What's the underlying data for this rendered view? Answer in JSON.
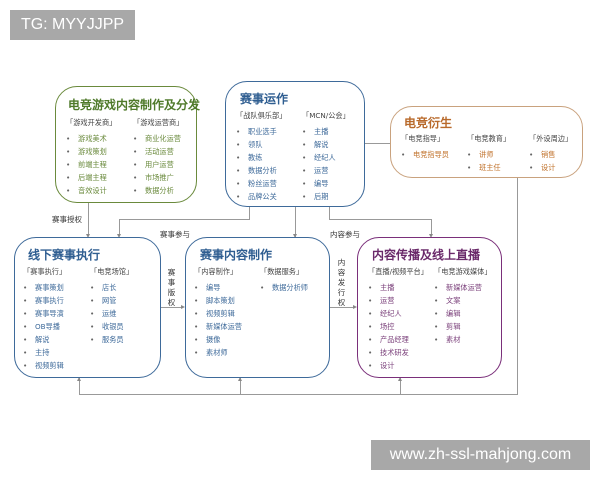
{
  "watermarks": {
    "top_left": "TG: MYYJJPP",
    "bottom_right": "www.zh-ssl-mahjong.com"
  },
  "colors": {
    "green": "#6a8a3c",
    "blue": "#3e6a9a",
    "orange": "#c0712a",
    "purple": "#7a2f7a",
    "connector": "#999999"
  },
  "boxes": {
    "content_dist": {
      "title": "电竞游戏内容制作及分发",
      "columns": [
        {
          "head": "「游戏开发商」",
          "items": [
            "游戏美术",
            "游戏策划",
            "前端主程",
            "后端主程",
            "音效设计"
          ]
        },
        {
          "head": "「游戏运营商」",
          "items": [
            "商业化运营",
            "活动运营",
            "用户运营",
            "市场推广",
            "数据分析"
          ]
        }
      ]
    },
    "event_ops": {
      "title": "赛事运作",
      "columns": [
        {
          "head": "「战队俱乐部」",
          "items": [
            "职业选手",
            "领队",
            "教练",
            "数据分析",
            "粉丝运营",
            "品牌公关"
          ]
        },
        {
          "head": "「MCN/公会」",
          "items": [
            "主播",
            "解说",
            "经纪人",
            "运营",
            "编导",
            "后期"
          ]
        }
      ]
    },
    "derivative": {
      "title": "电竞衍生",
      "columns": [
        {
          "head": "「电竞指导」",
          "items": [
            "电竞指导员"
          ]
        },
        {
          "head": "「电竞教育」",
          "items": [
            "讲师",
            "班主任"
          ]
        },
        {
          "head": "「外设周边」",
          "items": [
            "销售",
            "设计"
          ]
        }
      ]
    },
    "offline_exec": {
      "title": "线下赛事执行",
      "columns": [
        {
          "head": "「赛事执行」",
          "items": [
            "赛事策划",
            "赛事执行",
            "赛事导演",
            "OB导播",
            "解说",
            "主持",
            "视频剪辑"
          ]
        },
        {
          "head": "「电竞场馆」",
          "items": [
            "店长",
            "网管",
            "运维",
            "收银员",
            "服务员"
          ]
        }
      ]
    },
    "event_content": {
      "title": "赛事内容制作",
      "columns": [
        {
          "head": "「内容制作」",
          "items": [
            "编导",
            "脚本策划",
            "视频剪辑",
            "新媒体运营",
            "摄像",
            "素材师"
          ]
        },
        {
          "head": "「数据服务」",
          "items": [
            "数据分析师"
          ]
        }
      ]
    },
    "broadcast": {
      "title": "内容传播及线上直播",
      "columns": [
        {
          "head": "「直播/视频平台」",
          "items": [
            "主播",
            "运营",
            "经纪人",
            "场控",
            "产品经理",
            "技术研发",
            "设计"
          ]
        },
        {
          "head": "「电竞游戏媒体」",
          "items": [
            "新媒体运营",
            "文案",
            "编辑",
            "剪辑",
            "素材"
          ]
        }
      ]
    }
  },
  "edge_labels": {
    "event_license": "赛事授权",
    "event_participation": "赛事参与",
    "content_participation": "内容参与",
    "event_rights": "赛事版权",
    "content_distribution_rights": "内容发行权"
  }
}
